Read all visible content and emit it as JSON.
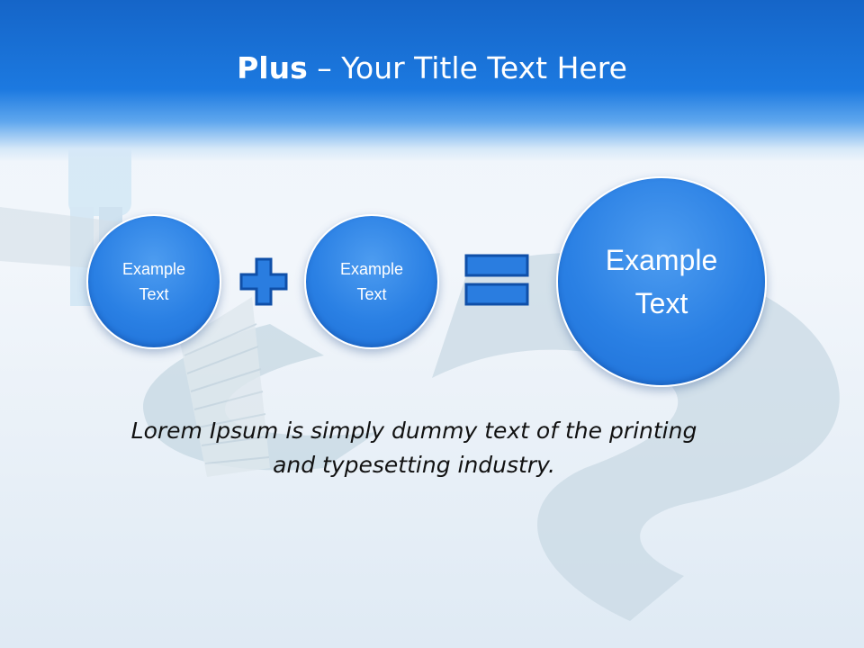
{
  "slide": {
    "title_bold": "Plus",
    "title_rest": " – Your Title Text Here"
  },
  "equation": {
    "left_circle": [
      "Example",
      "Text"
    ],
    "middle_circle": [
      "Example",
      "Text"
    ],
    "result_circle": [
      "Example",
      "Text"
    ],
    "plus_icon": "plus-icon",
    "equals_icon": "equals-icon"
  },
  "caption": {
    "line1": "Lorem Ipsum is simply dummy text of the printing",
    "line2": "and typesetting industry."
  },
  "colors": {
    "header": "#1c79e0",
    "circle": "#2a80e4",
    "operator": "#2a7de0",
    "operator_stroke": "#0f4fa8"
  }
}
